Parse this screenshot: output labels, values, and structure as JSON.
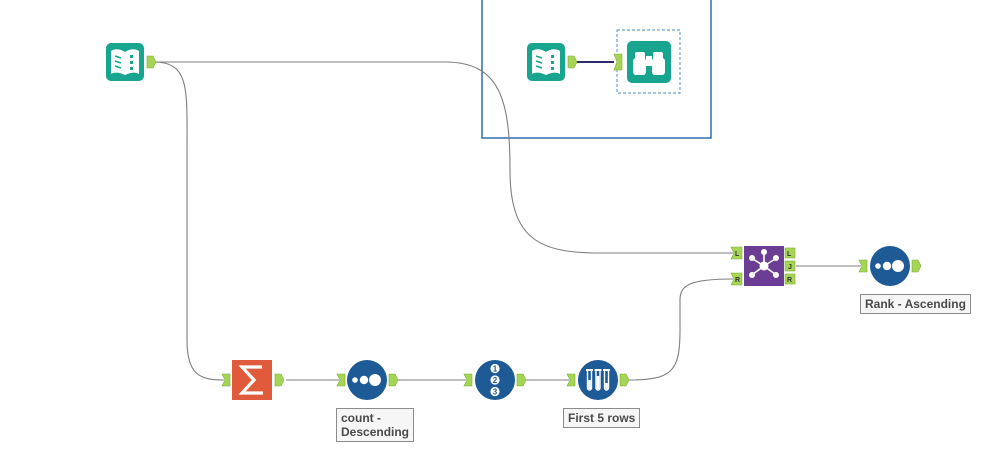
{
  "colors": {
    "teal": "#17a58f",
    "navy": "#1d5a96",
    "summarize": "#e05a3c",
    "join": "#6b3d94",
    "anchor": "#a6d455",
    "container_border": "#2f6db0",
    "browse_border": "#4a8fd0"
  },
  "tools": [
    {
      "id": "input-data-1",
      "icon": "book-icon",
      "type": "input"
    },
    {
      "id": "input-data-2",
      "icon": "book-icon",
      "type": "input"
    },
    {
      "id": "browse",
      "icon": "binoculars-icon",
      "type": "browse"
    },
    {
      "id": "summarize",
      "icon": "sigma-icon",
      "type": "summarize"
    },
    {
      "id": "sort-count",
      "icon": "sort-dots-icon",
      "type": "sort"
    },
    {
      "id": "record-id",
      "icon": "numbered-list-icon",
      "type": "record-id"
    },
    {
      "id": "sample",
      "icon": "test-tubes-icon",
      "type": "sample"
    },
    {
      "id": "join",
      "icon": "join-icon",
      "type": "join"
    },
    {
      "id": "sort-rank",
      "icon": "sort-dots-icon",
      "type": "sort"
    }
  ],
  "labels": {
    "sort_count": "count -\nDescending",
    "sample": "First 5 rows",
    "sort_rank": "Rank - Ascending"
  },
  "join_anchors": {
    "in_left": "L",
    "in_right": "R",
    "out_left": "L",
    "out_join": "J",
    "out_right": "R"
  },
  "record_id_digits": [
    "1",
    "2",
    "3"
  ]
}
